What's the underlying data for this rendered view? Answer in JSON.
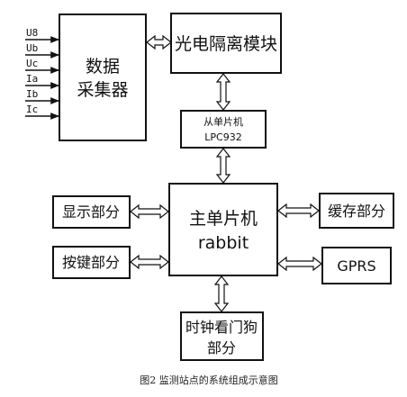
{
  "collector": {
    "label_line1": "数据",
    "label_line2": "采集器",
    "inputs": [
      "U8",
      "Ub",
      "Uc",
      "Ia",
      "Ib",
      "Ic"
    ]
  },
  "isolation": {
    "label": "光电隔离模块"
  },
  "slave_mcu": {
    "label_line1": "从单片机",
    "label_line2": "LPC932"
  },
  "main_mcu": {
    "label_line1": "主单片机",
    "label_line2": "rabbit"
  },
  "display": {
    "label": "显示部分"
  },
  "keys": {
    "label": "按键部分"
  },
  "storage": {
    "label": "缓存部分"
  },
  "gprs": {
    "label": "GPRS"
  },
  "watchdog": {
    "label_line1": "时钟看门狗",
    "label_line2": "部分"
  },
  "caption": "图2 监测站点的系统组成示意图"
}
